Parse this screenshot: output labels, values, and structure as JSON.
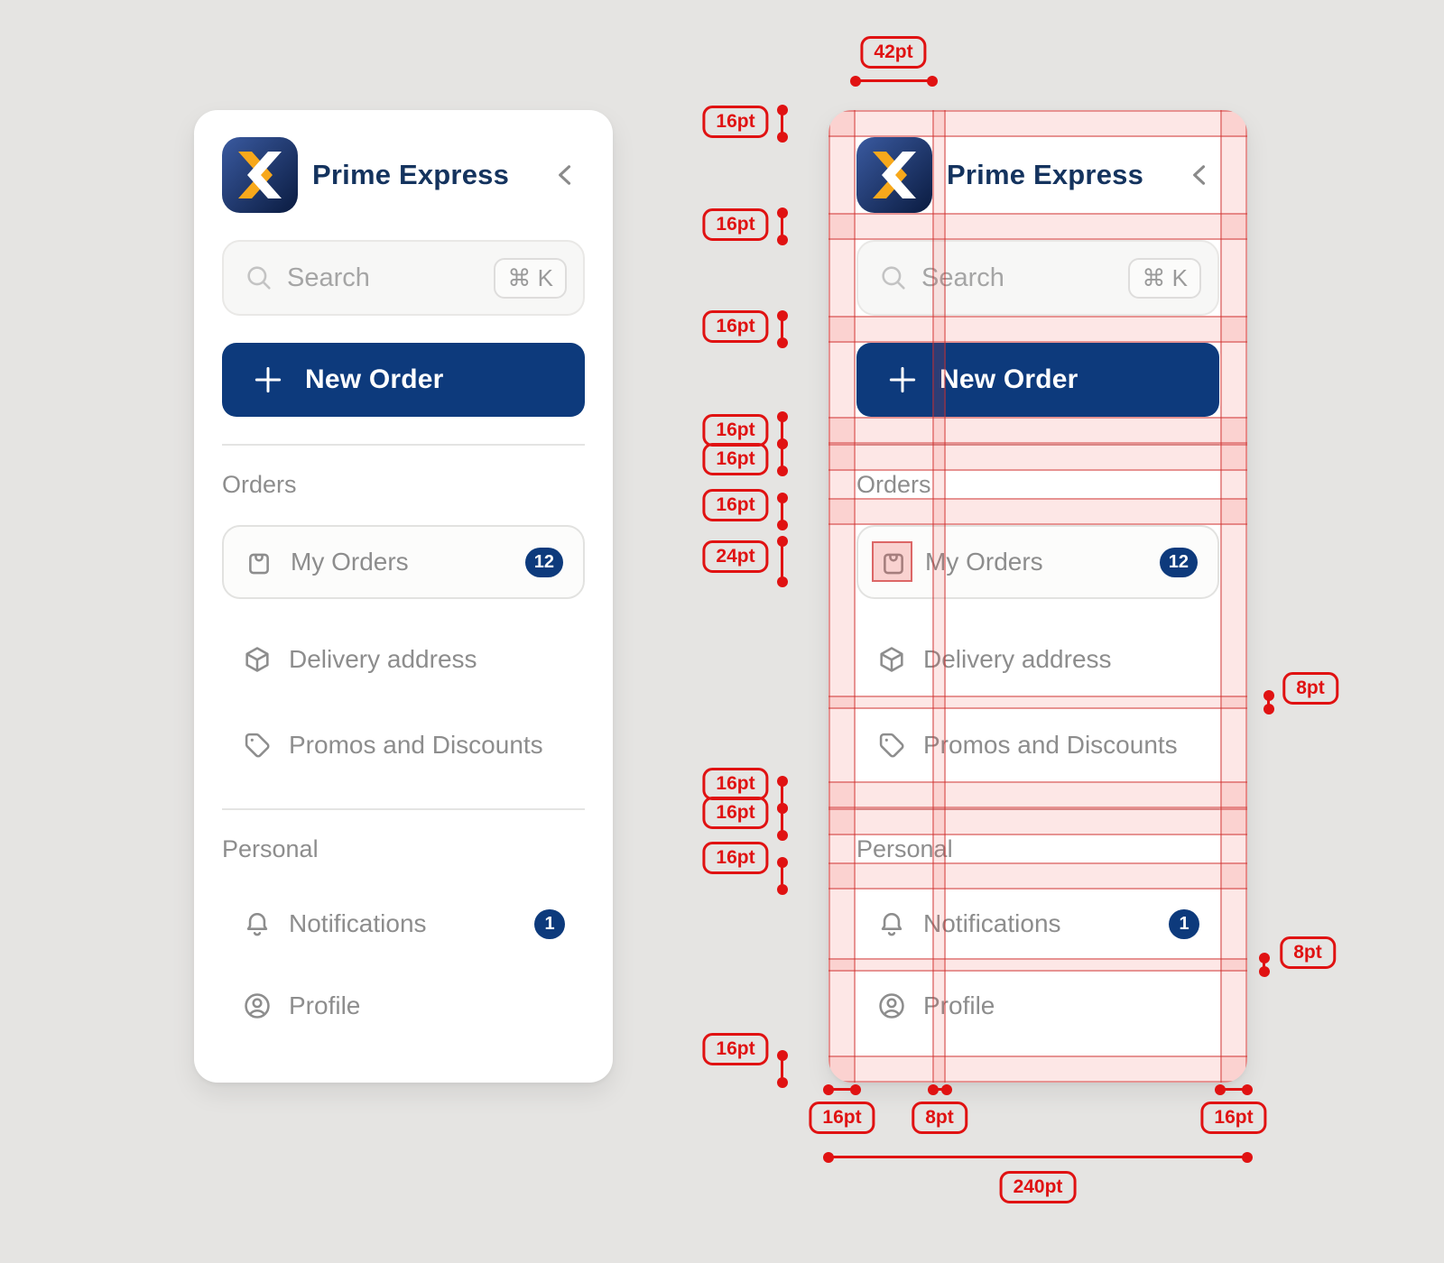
{
  "app": {
    "title": "Prime Express"
  },
  "sidebar": {
    "title": "Prime Express",
    "search": {
      "placeholder": "Search",
      "shortcut": "⌘ K"
    },
    "new_order": "New Order",
    "sections": [
      {
        "label": "Orders",
        "items": [
          {
            "label": "My Orders",
            "icon": "shopping-bag-icon",
            "badge": "12",
            "highlighted": true
          },
          {
            "label": "Delivery address",
            "icon": "package-box-icon",
            "badge": null
          },
          {
            "label": "Promos and Discounts",
            "icon": "price-tag-icon",
            "badge": null
          }
        ]
      },
      {
        "label": "Personal",
        "items": [
          {
            "label": "Notifications",
            "icon": "bell-icon",
            "badge": "1"
          },
          {
            "label": "Profile",
            "icon": "user-circle-icon",
            "badge": null
          }
        ]
      }
    ]
  },
  "measurements": {
    "logo_width": "42pt",
    "spacing_16": "16pt",
    "spacing_8": "8pt",
    "icon_size": "24pt",
    "panel_width": "240pt"
  },
  "colors": {
    "accent_navy": "#0d3a7c",
    "logo_yellow": "#f7a81b",
    "redline": "#e01212",
    "text_gray": "#8d8d8d",
    "title_navy": "#14335e",
    "panel_bg": "#ffffff",
    "page_bg": "#e5e4e2"
  }
}
